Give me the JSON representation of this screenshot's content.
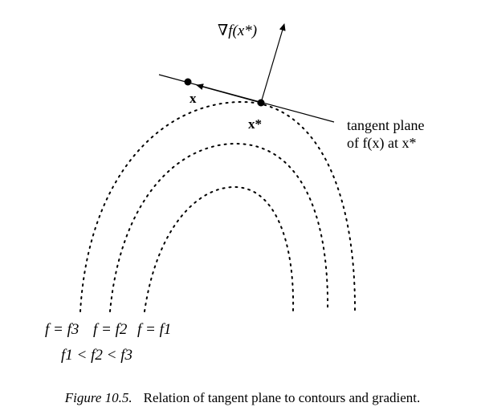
{
  "diagram": {
    "gradient_label": "∇f(x*)",
    "point_x_label": "x",
    "point_xstar_label": "x*",
    "tangent_label_line1": "tangent plane",
    "tangent_label_line2": "of f(x) at x*",
    "contour_labels": [
      "f = f3",
      "f = f2",
      "f = f1"
    ],
    "ordering": "f1 < f2 < f3"
  },
  "caption": {
    "figure_number": "Figure 10.5.",
    "text": "Relation of tangent plane to contours and gradient."
  }
}
